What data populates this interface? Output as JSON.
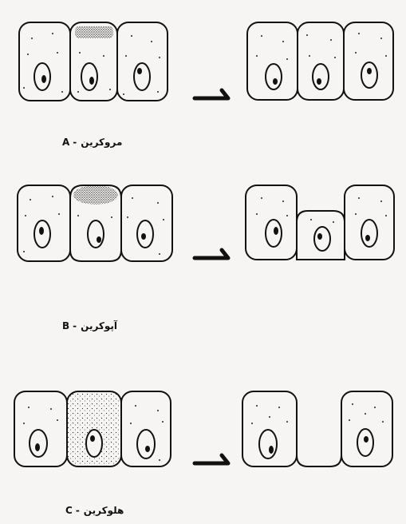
{
  "captions": {
    "a": {
      "letter": "A",
      "dash": "-",
      "word": "مروکرین"
    },
    "b": {
      "letter": "B",
      "dash": "-",
      "word": "آپوکرین"
    },
    "c": {
      "letter": "C",
      "dash": "-",
      "word": "هلوکرین"
    }
  },
  "colors": {
    "ink": "#111111",
    "paper": "#f6f5f3"
  },
  "icons": {
    "arrow": "arrow-right-icon"
  }
}
